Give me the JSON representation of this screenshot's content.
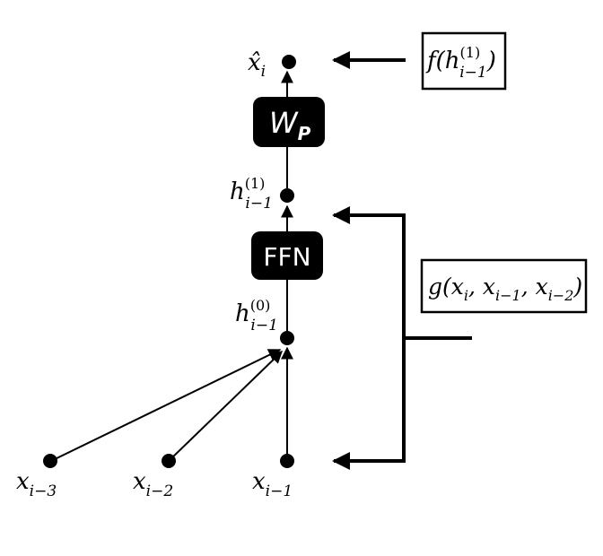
{
  "nodes": {
    "x_hat": {
      "label": "x̂",
      "sub": "i"
    },
    "h1": {
      "label": "h",
      "sup": "(1)",
      "sub": "i−1"
    },
    "h0": {
      "label": "h",
      "sup": "(0)",
      "sub": "i−1"
    },
    "x_i3": {
      "label": "x",
      "sub": "i−3"
    },
    "x_i2": {
      "label": "x",
      "sub": "i−2"
    },
    "x_i1": {
      "label": "x",
      "sub": "i−1"
    }
  },
  "blocks": {
    "wp": {
      "label": "W",
      "sub": "P"
    },
    "ffn": {
      "label": "FFN"
    }
  },
  "annotations": {
    "f_box": {
      "pre": "f(h",
      "sup": "(1)",
      "sub": "i−1",
      "post": ")"
    },
    "g_box": {
      "pre": "g(x",
      "sub1": "i",
      "mid1": ", x",
      "sub2": "i−1",
      "mid2": ", x",
      "sub3": "i−2",
      "post": ")"
    }
  },
  "colors": {
    "ink": "#000000",
    "block_fill": "#000000",
    "block_text": "#ffffff"
  }
}
